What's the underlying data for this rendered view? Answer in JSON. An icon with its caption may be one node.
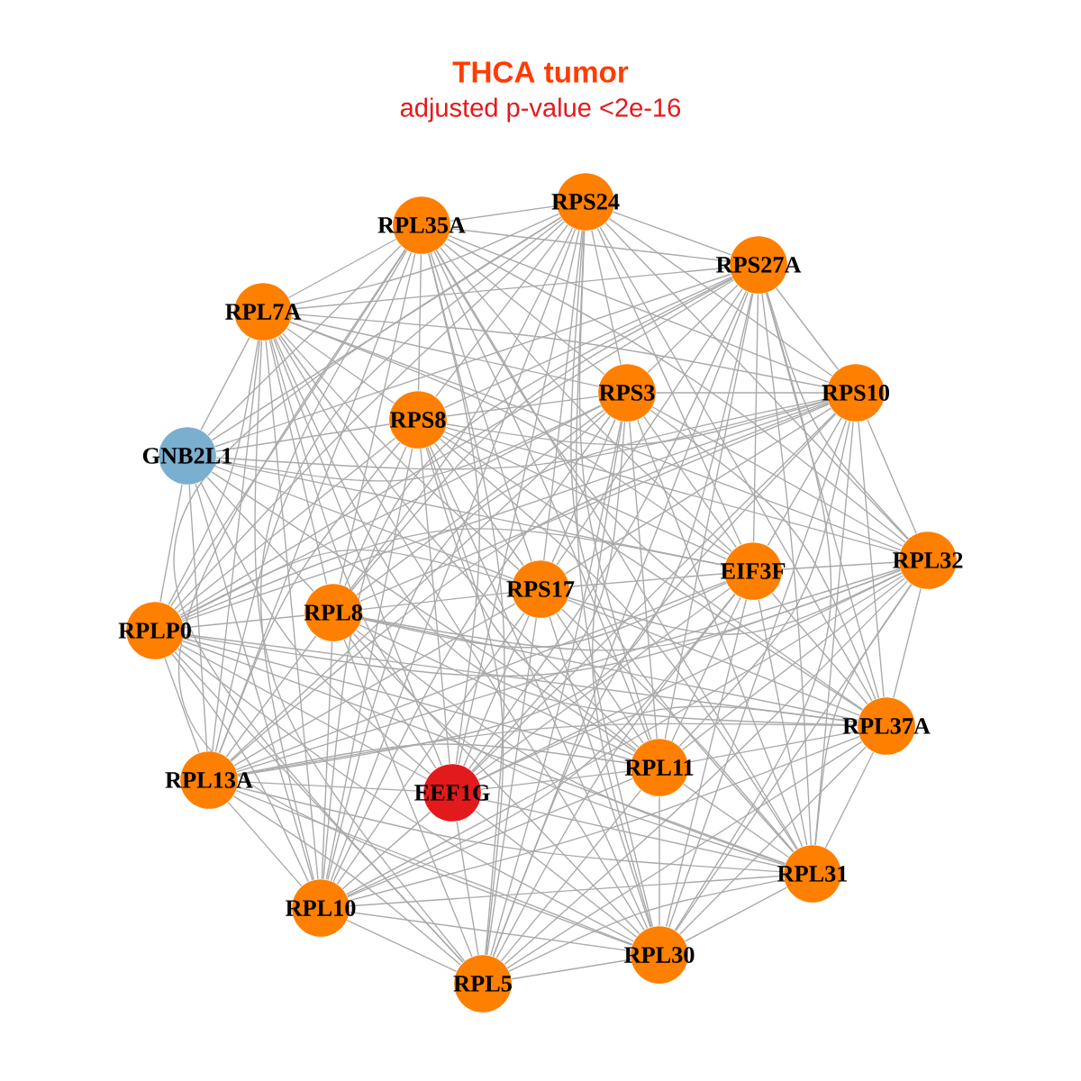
{
  "diagram": {
    "title": "THCA tumor",
    "labels": [
      "adjusted p-value <2e-16"
    ],
    "nodes": [
      {
        "text": [
          "RPS24"
        ]
      },
      {
        "text": [
          "RPL35A"
        ]
      },
      {
        "text": [
          "RPS27A"
        ]
      },
      {
        "text": [
          "RPL7A"
        ]
      },
      {
        "text": [
          "RPS10"
        ]
      },
      {
        "text": [
          "RPS3"
        ]
      },
      {
        "text": [
          "RPS8"
        ]
      },
      {
        "text": [
          "GNB2L1"
        ]
      },
      {
        "text": [
          "RPL32"
        ]
      },
      {
        "text": [
          "EIF3F"
        ]
      },
      {
        "text": [
          "RPS17"
        ]
      },
      {
        "text": [
          "RPL8"
        ]
      },
      {
        "text": [
          "RPLP0"
        ]
      },
      {
        "text": [
          "RPL37A"
        ]
      },
      {
        "text": [
          "RPL11"
        ]
      },
      {
        "text": [
          "RPL13A"
        ]
      },
      {
        "text": [
          "EEF1G"
        ]
      },
      {
        "text": [
          "RPL31"
        ]
      },
      {
        "text": [
          "RPL10"
        ]
      },
      {
        "text": [
          "RPL30"
        ]
      },
      {
        "text": [
          "RPL5"
        ]
      }
    ],
    "edges": [
      {
        "from": 0,
        "to": 1,
        "arrow": "none"
      },
      {
        "from": 0,
        "to": 2,
        "arrow": "none"
      },
      {
        "from": 0,
        "to": 3,
        "arrow": "none"
      },
      {
        "from": 0,
        "to": 4,
        "arrow": "none"
      },
      {
        "from": 0,
        "to": 5,
        "arrow": "none"
      },
      {
        "from": 0,
        "to": 6,
        "arrow": "none"
      },
      {
        "from": 0,
        "to": 7,
        "arrow": "none"
      },
      {
        "from": 0,
        "to": 8,
        "arrow": "none"
      },
      {
        "from": 0,
        "to": 9,
        "arrow": "none"
      },
      {
        "from": 0,
        "to": 10,
        "arrow": "none"
      },
      {
        "from": 0,
        "to": 11,
        "arrow": "none"
      },
      {
        "from": 0,
        "to": 12,
        "arrow": "none"
      },
      {
        "from": 0,
        "to": 13,
        "arrow": "none"
      },
      {
        "from": 0,
        "to": 14,
        "arrow": "none"
      },
      {
        "from": 0,
        "to": 15,
        "arrow": "none"
      },
      {
        "from": 0,
        "to": 16,
        "arrow": "none"
      },
      {
        "from": 0,
        "to": 17,
        "arrow": "none"
      },
      {
        "from": 0,
        "to": 18,
        "arrow": "none"
      },
      {
        "from": 0,
        "to": 19,
        "arrow": "none"
      },
      {
        "from": 0,
        "to": 20,
        "arrow": "none"
      },
      {
        "from": 1,
        "to": 2,
        "arrow": "none"
      },
      {
        "from": 1,
        "to": 3,
        "arrow": "none"
      },
      {
        "from": 1,
        "to": 4,
        "arrow": "none"
      },
      {
        "from": 1,
        "to": 5,
        "arrow": "none"
      },
      {
        "from": 1,
        "to": 6,
        "arrow": "none"
      },
      {
        "from": 1,
        "to": 7,
        "arrow": "none"
      },
      {
        "from": 1,
        "to": 8,
        "arrow": "none"
      },
      {
        "from": 1,
        "to": 9,
        "arrow": "none"
      },
      {
        "from": 1,
        "to": 10,
        "arrow": "none"
      },
      {
        "from": 1,
        "to": 11,
        "arrow": "none"
      },
      {
        "from": 1,
        "to": 12,
        "arrow": "none"
      },
      {
        "from": 1,
        "to": 13,
        "arrow": "none"
      },
      {
        "from": 1,
        "to": 14,
        "arrow": "none"
      },
      {
        "from": 1,
        "to": 15,
        "arrow": "none"
      },
      {
        "from": 1,
        "to": 16,
        "arrow": "none"
      },
      {
        "from": 1,
        "to": 17,
        "arrow": "none"
      },
      {
        "from": 1,
        "to": 18,
        "arrow": "none"
      },
      {
        "from": 1,
        "to": 19,
        "arrow": "none"
      },
      {
        "from": 1,
        "to": 20,
        "arrow": "none"
      },
      {
        "from": 2,
        "to": 3,
        "arrow": "none"
      },
      {
        "from": 2,
        "to": 4,
        "arrow": "none"
      },
      {
        "from": 2,
        "to": 5,
        "arrow": "none"
      },
      {
        "from": 2,
        "to": 6,
        "arrow": "none"
      },
      {
        "from": 2,
        "to": 7,
        "arrow": "none"
      },
      {
        "from": 2,
        "to": 8,
        "arrow": "none"
      },
      {
        "from": 2,
        "to": 9,
        "arrow": "none"
      },
      {
        "from": 2,
        "to": 10,
        "arrow": "none"
      },
      {
        "from": 2,
        "to": 11,
        "arrow": "none"
      },
      {
        "from": 2,
        "to": 12,
        "arrow": "none"
      },
      {
        "from": 2,
        "to": 13,
        "arrow": "none"
      },
      {
        "from": 2,
        "to": 14,
        "arrow": "none"
      },
      {
        "from": 2,
        "to": 15,
        "arrow": "none"
      },
      {
        "from": 2,
        "to": 16,
        "arrow": "none"
      },
      {
        "from": 2,
        "to": 17,
        "arrow": "none"
      },
      {
        "from": 2,
        "to": 18,
        "arrow": "none"
      },
      {
        "from": 2,
        "to": 19,
        "arrow": "none"
      },
      {
        "from": 2,
        "to": 20,
        "arrow": "none"
      },
      {
        "from": 3,
        "to": 4,
        "arrow": "none"
      },
      {
        "from": 3,
        "to": 5,
        "arrow": "none"
      },
      {
        "from": 3,
        "to": 6,
        "arrow": "none"
      },
      {
        "from": 3,
        "to": 7,
        "arrow": "none"
      },
      {
        "from": 3,
        "to": 8,
        "arrow": "none"
      },
      {
        "from": 3,
        "to": 9,
        "arrow": "none"
      },
      {
        "from": 3,
        "to": 10,
        "arrow": "none"
      },
      {
        "from": 3,
        "to": 11,
        "arrow": "none"
      },
      {
        "from": 3,
        "to": 12,
        "arrow": "none"
      },
      {
        "from": 3,
        "to": 13,
        "arrow": "none"
      },
      {
        "from": 3,
        "to": 14,
        "arrow": "none"
      },
      {
        "from": 3,
        "to": 15,
        "arrow": "none"
      },
      {
        "from": 3,
        "to": 16,
        "arrow": "none"
      },
      {
        "from": 3,
        "to": 17,
        "arrow": "none"
      },
      {
        "from": 3,
        "to": 18,
        "arrow": "none"
      },
      {
        "from": 3,
        "to": 19,
        "arrow": "none"
      },
      {
        "from": 3,
        "to": 20,
        "arrow": "none"
      },
      {
        "from": 4,
        "to": 5,
        "arrow": "none"
      },
      {
        "from": 4,
        "to": 6,
        "arrow": "none"
      },
      {
        "from": 4,
        "to": 7,
        "arrow": "none"
      },
      {
        "from": 4,
        "to": 8,
        "arrow": "none"
      },
      {
        "from": 4,
        "to": 9,
        "arrow": "none"
      },
      {
        "from": 4,
        "to": 10,
        "arrow": "none"
      },
      {
        "from": 4,
        "to": 11,
        "arrow": "none"
      },
      {
        "from": 4,
        "to": 12,
        "arrow": "none"
      },
      {
        "from": 4,
        "to": 13,
        "arrow": "none"
      },
      {
        "from": 4,
        "to": 14,
        "arrow": "none"
      },
      {
        "from": 4,
        "to": 15,
        "arrow": "none"
      },
      {
        "from": 4,
        "to": 16,
        "arrow": "none"
      },
      {
        "from": 4,
        "to": 17,
        "arrow": "none"
      },
      {
        "from": 4,
        "to": 18,
        "arrow": "none"
      },
      {
        "from": 4,
        "to": 19,
        "arrow": "none"
      },
      {
        "from": 4,
        "to": 20,
        "arrow": "none"
      },
      {
        "from": 5,
        "to": 6,
        "arrow": "none"
      },
      {
        "from": 5,
        "to": 7,
        "arrow": "none"
      },
      {
        "from": 5,
        "to": 8,
        "arrow": "none"
      },
      {
        "from": 5,
        "to": 9,
        "arrow": "none"
      },
      {
        "from": 5,
        "to": 10,
        "arrow": "none"
      },
      {
        "from": 5,
        "to": 11,
        "arrow": "none"
      },
      {
        "from": 5,
        "to": 12,
        "arrow": "none"
      },
      {
        "from": 5,
        "to": 13,
        "arrow": "none"
      },
      {
        "from": 5,
        "to": 14,
        "arrow": "none"
      },
      {
        "from": 5,
        "to": 15,
        "arrow": "none"
      },
      {
        "from": 5,
        "to": 16,
        "arrow": "none"
      },
      {
        "from": 5,
        "to": 17,
        "arrow": "none"
      },
      {
        "from": 5,
        "to": 18,
        "arrow": "none"
      },
      {
        "from": 5,
        "to": 19,
        "arrow": "none"
      },
      {
        "from": 5,
        "to": 20,
        "arrow": "none"
      },
      {
        "from": 6,
        "to": 7,
        "arrow": "none"
      },
      {
        "from": 6,
        "to": 8,
        "arrow": "none"
      },
      {
        "from": 6,
        "to": 9,
        "arrow": "none"
      },
      {
        "from": 6,
        "to": 10,
        "arrow": "none"
      },
      {
        "from": 6,
        "to": 11,
        "arrow": "none"
      },
      {
        "from": 6,
        "to": 12,
        "arrow": "none"
      },
      {
        "from": 6,
        "to": 13,
        "arrow": "none"
      },
      {
        "from": 6,
        "to": 14,
        "arrow": "none"
      },
      {
        "from": 6,
        "to": 15,
        "arrow": "none"
      },
      {
        "from": 6,
        "to": 16,
        "arrow": "none"
      },
      {
        "from": 6,
        "to": 17,
        "arrow": "none"
      },
      {
        "from": 6,
        "to": 18,
        "arrow": "none"
      },
      {
        "from": 6,
        "to": 19,
        "arrow": "none"
      },
      {
        "from": 6,
        "to": 20,
        "arrow": "none"
      },
      {
        "from": 7,
        "to": 9,
        "arrow": "none"
      },
      {
        "from": 7,
        "to": 10,
        "arrow": "none"
      },
      {
        "from": 7,
        "to": 11,
        "arrow": "none"
      },
      {
        "from": 7,
        "to": 12,
        "arrow": "none"
      },
      {
        "from": 7,
        "to": 14,
        "arrow": "none"
      },
      {
        "from": 7,
        "to": 15,
        "arrow": "none"
      },
      {
        "from": 7,
        "to": 16,
        "arrow": "none"
      },
      {
        "from": 7,
        "to": 18,
        "arrow": "none"
      },
      {
        "from": 8,
        "to": 9,
        "arrow": "none"
      },
      {
        "from": 8,
        "to": 10,
        "arrow": "none"
      },
      {
        "from": 8,
        "to": 11,
        "arrow": "none"
      },
      {
        "from": 8,
        "to": 12,
        "arrow": "none"
      },
      {
        "from": 8,
        "to": 13,
        "arrow": "none"
      },
      {
        "from": 8,
        "to": 14,
        "arrow": "none"
      },
      {
        "from": 8,
        "to": 15,
        "arrow": "none"
      },
      {
        "from": 8,
        "to": 16,
        "arrow": "none"
      },
      {
        "from": 8,
        "to": 17,
        "arrow": "none"
      },
      {
        "from": 8,
        "to": 18,
        "arrow": "none"
      },
      {
        "from": 8,
        "to": 19,
        "arrow": "none"
      },
      {
        "from": 8,
        "to": 20,
        "arrow": "none"
      },
      {
        "from": 9,
        "to": 10,
        "arrow": "none"
      },
      {
        "from": 9,
        "to": 11,
        "arrow": "none"
      },
      {
        "from": 9,
        "to": 12,
        "arrow": "none"
      },
      {
        "from": 9,
        "to": 13,
        "arrow": "none"
      },
      {
        "from": 9,
        "to": 14,
        "arrow": "none"
      },
      {
        "from": 9,
        "to": 15,
        "arrow": "none"
      },
      {
        "from": 9,
        "to": 16,
        "arrow": "none"
      },
      {
        "from": 9,
        "to": 17,
        "arrow": "none"
      },
      {
        "from": 9,
        "to": 18,
        "arrow": "none"
      },
      {
        "from": 9,
        "to": 19,
        "arrow": "none"
      },
      {
        "from": 9,
        "to": 20,
        "arrow": "none"
      },
      {
        "from": 10,
        "to": 11,
        "arrow": "none"
      },
      {
        "from": 10,
        "to": 12,
        "arrow": "none"
      },
      {
        "from": 10,
        "to": 13,
        "arrow": "none"
      },
      {
        "from": 10,
        "to": 14,
        "arrow": "none"
      },
      {
        "from": 10,
        "to": 15,
        "arrow": "none"
      },
      {
        "from": 10,
        "to": 16,
        "arrow": "none"
      },
      {
        "from": 10,
        "to": 17,
        "arrow": "none"
      },
      {
        "from": 10,
        "to": 18,
        "arrow": "none"
      },
      {
        "from": 10,
        "to": 19,
        "arrow": "none"
      },
      {
        "from": 10,
        "to": 20,
        "arrow": "none"
      },
      {
        "from": 11,
        "to": 12,
        "arrow": "none"
      },
      {
        "from": 11,
        "to": 13,
        "arrow": "none"
      },
      {
        "from": 11,
        "to": 14,
        "arrow": "none"
      },
      {
        "from": 11,
        "to": 15,
        "arrow": "none"
      },
      {
        "from": 11,
        "to": 16,
        "arrow": "none"
      },
      {
        "from": 11,
        "to": 17,
        "arrow": "none"
      },
      {
        "from": 11,
        "to": 18,
        "arrow": "none"
      },
      {
        "from": 11,
        "to": 19,
        "arrow": "none"
      },
      {
        "from": 11,
        "to": 20,
        "arrow": "none"
      },
      {
        "from": 12,
        "to": 13,
        "arrow": "none"
      },
      {
        "from": 12,
        "to": 14,
        "arrow": "none"
      },
      {
        "from": 12,
        "to": 15,
        "arrow": "none"
      },
      {
        "from": 12,
        "to": 16,
        "arrow": "none"
      },
      {
        "from": 12,
        "to": 17,
        "arrow": "none"
      },
      {
        "from": 12,
        "to": 18,
        "arrow": "none"
      },
      {
        "from": 12,
        "to": 19,
        "arrow": "none"
      },
      {
        "from": 12,
        "to": 20,
        "arrow": "none"
      },
      {
        "from": 13,
        "to": 14,
        "arrow": "none"
      },
      {
        "from": 13,
        "to": 15,
        "arrow": "none"
      },
      {
        "from": 13,
        "to": 16,
        "arrow": "none"
      },
      {
        "from": 13,
        "to": 17,
        "arrow": "none"
      },
      {
        "from": 13,
        "to": 18,
        "arrow": "none"
      },
      {
        "from": 13,
        "to": 19,
        "arrow": "none"
      },
      {
        "from": 13,
        "to": 20,
        "arrow": "none"
      },
      {
        "from": 14,
        "to": 15,
        "arrow": "none"
      },
      {
        "from": 14,
        "to": 16,
        "arrow": "none"
      },
      {
        "from": 14,
        "to": 17,
        "arrow": "none"
      },
      {
        "from": 14,
        "to": 18,
        "arrow": "none"
      },
      {
        "from": 14,
        "to": 19,
        "arrow": "none"
      },
      {
        "from": 14,
        "to": 20,
        "arrow": "none"
      },
      {
        "from": 15,
        "to": 16,
        "arrow": "none"
      },
      {
        "from": 15,
        "to": 17,
        "arrow": "none"
      },
      {
        "from": 15,
        "to": 18,
        "arrow": "none"
      },
      {
        "from": 15,
        "to": 19,
        "arrow": "none"
      },
      {
        "from": 15,
        "to": 20,
        "arrow": "none"
      },
      {
        "from": 16,
        "to": 17,
        "arrow": "none"
      },
      {
        "from": 16,
        "to": 18,
        "arrow": "none"
      },
      {
        "from": 16,
        "to": 19,
        "arrow": "none"
      },
      {
        "from": 16,
        "to": 20,
        "arrow": "none"
      },
      {
        "from": 17,
        "to": 18,
        "arrow": "none"
      },
      {
        "from": 17,
        "to": 19,
        "arrow": "none"
      },
      {
        "from": 17,
        "to": 20,
        "arrow": "none"
      },
      {
        "from": 18,
        "to": 19,
        "arrow": "none"
      },
      {
        "from": 18,
        "to": 20,
        "arrow": "none"
      },
      {
        "from": 19,
        "to": 20,
        "arrow": "none"
      }
    ]
  }
}
